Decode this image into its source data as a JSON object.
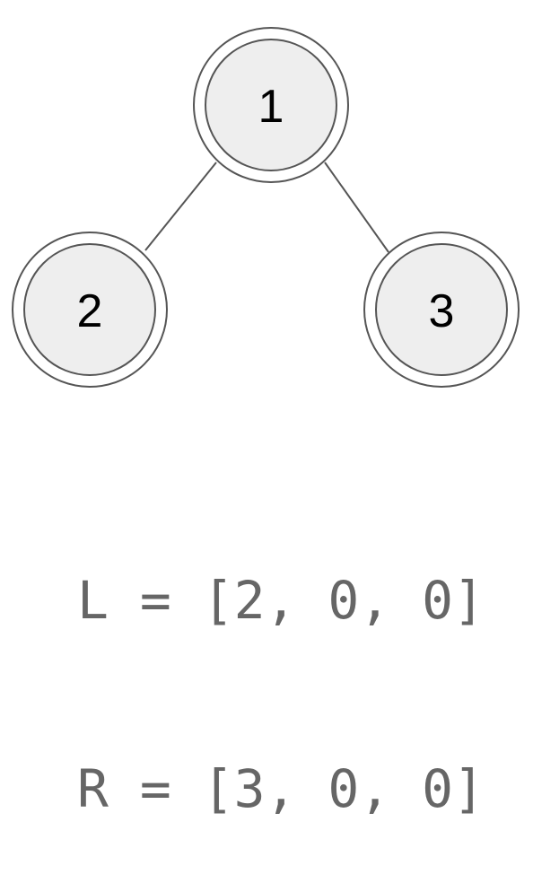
{
  "tree": {
    "nodes": [
      {
        "label": "1"
      },
      {
        "label": "2"
      },
      {
        "label": "3"
      }
    ],
    "edges": [
      {
        "from": "1",
        "to": "2"
      },
      {
        "from": "1",
        "to": "3"
      }
    ]
  },
  "arrays": {
    "left": "L = [2, 0, 0]",
    "right": "R = [3, 0, 0]"
  }
}
